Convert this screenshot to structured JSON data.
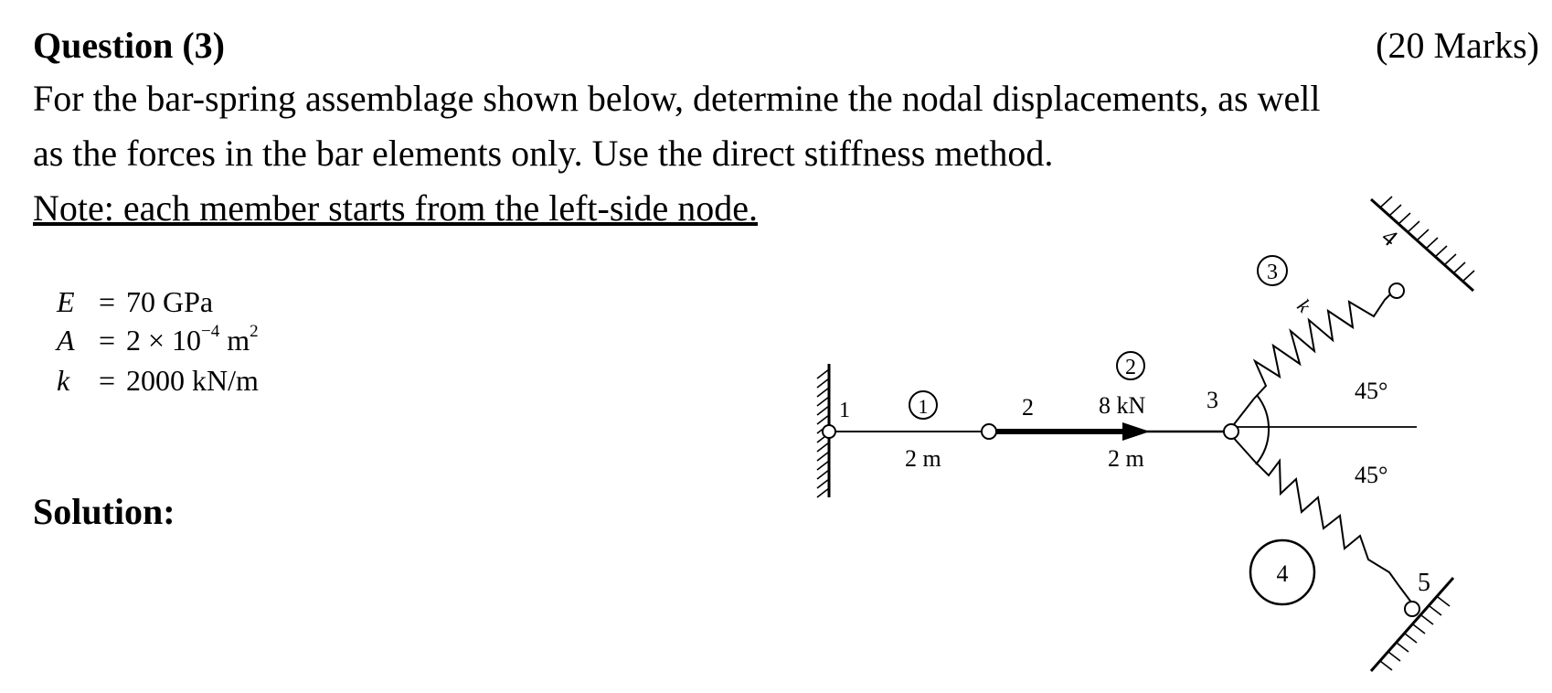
{
  "question": {
    "title": "Question (3)",
    "marks": "(20 Marks)",
    "text_line1": "For the bar-spring assemblage shown below, determine the nodal displacements, as well",
    "text_line2": "as the forces in the bar elements only. Use the direct stiffness method.",
    "note": "Note: each member starts from the left-side node."
  },
  "properties": {
    "E": {
      "symbol": "E",
      "eq": "=",
      "value": "70 GPa"
    },
    "A": {
      "symbol": "A",
      "eq": "=",
      "value_prefix": "2 × 10",
      "exponent": "−4",
      "unit": " m",
      "unit_exp": "2"
    },
    "k": {
      "symbol": "k",
      "eq": "=",
      "value": "2000 kN/m"
    }
  },
  "solution_label": "Solution:",
  "figure": {
    "node_labels": [
      "1",
      "2",
      "3",
      "4",
      "5"
    ],
    "element_labels": [
      "1",
      "2",
      "3",
      "4"
    ],
    "length_1": "2 m",
    "length_2": "2 m",
    "load": "8 kN",
    "angle_upper": "45°",
    "angle_lower": "45°",
    "spring_label": "k"
  }
}
